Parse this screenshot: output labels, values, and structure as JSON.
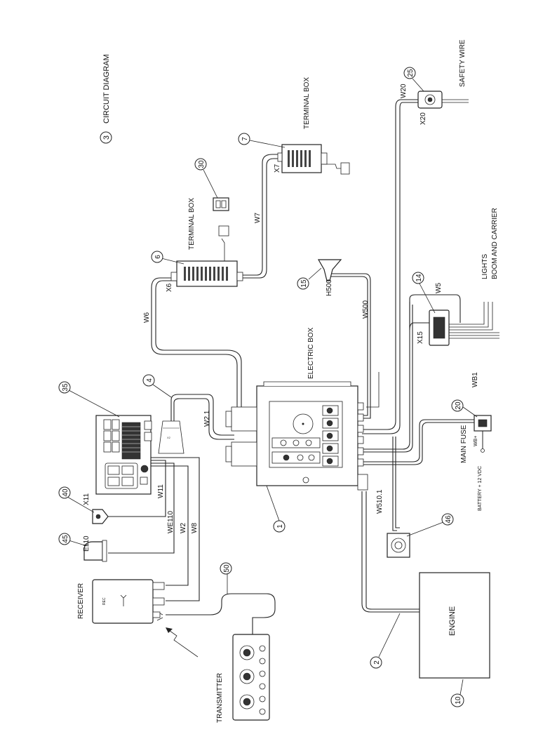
{
  "title": "CIRCUIT DIAGRAM",
  "title_number": "3",
  "labels": {
    "terminal_box_top": "TERMINAL BOX",
    "terminal_box_mid": "TERMINAL BOX",
    "safety_wire": "SAFETY WIRE",
    "electric_box": "ELECTRIC BOX",
    "lights_line1": "LIGHTS",
    "lights_line2": "BOOM AND CARRIER",
    "main_fuse": "MAIN FUSE",
    "battery": "BATTERY + 12 VDC",
    "engine": "ENGINE",
    "receiver": "RECEIVER",
    "transmitter": "TRANSMITTER",
    "rec": "REC"
  },
  "connectors": {
    "x6": "X6",
    "x7": "X7",
    "x11": "X11",
    "x15": "X15",
    "x20": "X20",
    "h500": "H500",
    "e110": "E110",
    "wb_plus": "WB+"
  },
  "wires": {
    "w6": "W6",
    "w7": "W7",
    "w20": "W20",
    "w500": "W500",
    "w5": "W5",
    "wb1": "WB1",
    "w2_1": "W2.1",
    "w510_1": "W510.1",
    "w11": "W11",
    "we110": "WE110",
    "w2": "W2",
    "w8": "W8"
  },
  "balloons": {
    "b1": "1",
    "b2": "2",
    "b4": "4",
    "b6": "6",
    "b7": "7",
    "b10": "10",
    "b14": "14",
    "b15": "15",
    "b20": "20",
    "b25": "25",
    "b30": "30",
    "b35": "35",
    "b40": "40",
    "b45": "45",
    "b46": "46",
    "b50": "50"
  }
}
